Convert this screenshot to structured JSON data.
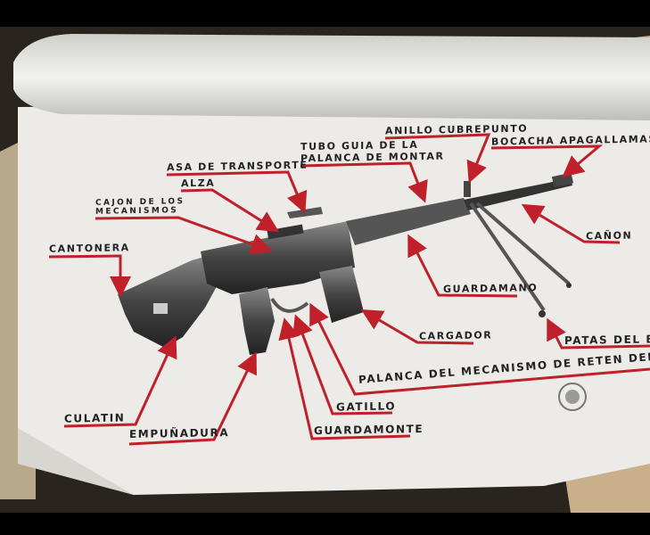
{
  "colors": {
    "accent": "#c0202a",
    "paper": "#eeeeec",
    "ink": "#222222"
  },
  "labels": {
    "anillo": "ANILLO CUBREPUNTO",
    "bocacha": "BOCACHA APAGALLAMAS",
    "tubo1": "TUBO GUIA DE LA",
    "tubo2": "PALANCA DE MONTAR",
    "asa": "ASA DE TRANSPORTE",
    "alza": "ALZA",
    "cajon1": "CAJON DE LOS",
    "cajon2": "MECANISMOS",
    "cantonera": "CANTONERA",
    "canon": "CAÑON",
    "guardamano": "GUARDAMANO",
    "cargador": "CARGADOR",
    "patas": "PATAS DEL BIP",
    "palanca": "PALANCA DEL MECANISMO DE RETEN DEL CARG",
    "gatillo": "GATILLO",
    "guardamonte": "GUARDAMONTE",
    "empunadura": "EMPUÑADURA",
    "culatin": "CULATIN"
  },
  "seal": {
    "icon": "army-seal-icon"
  }
}
